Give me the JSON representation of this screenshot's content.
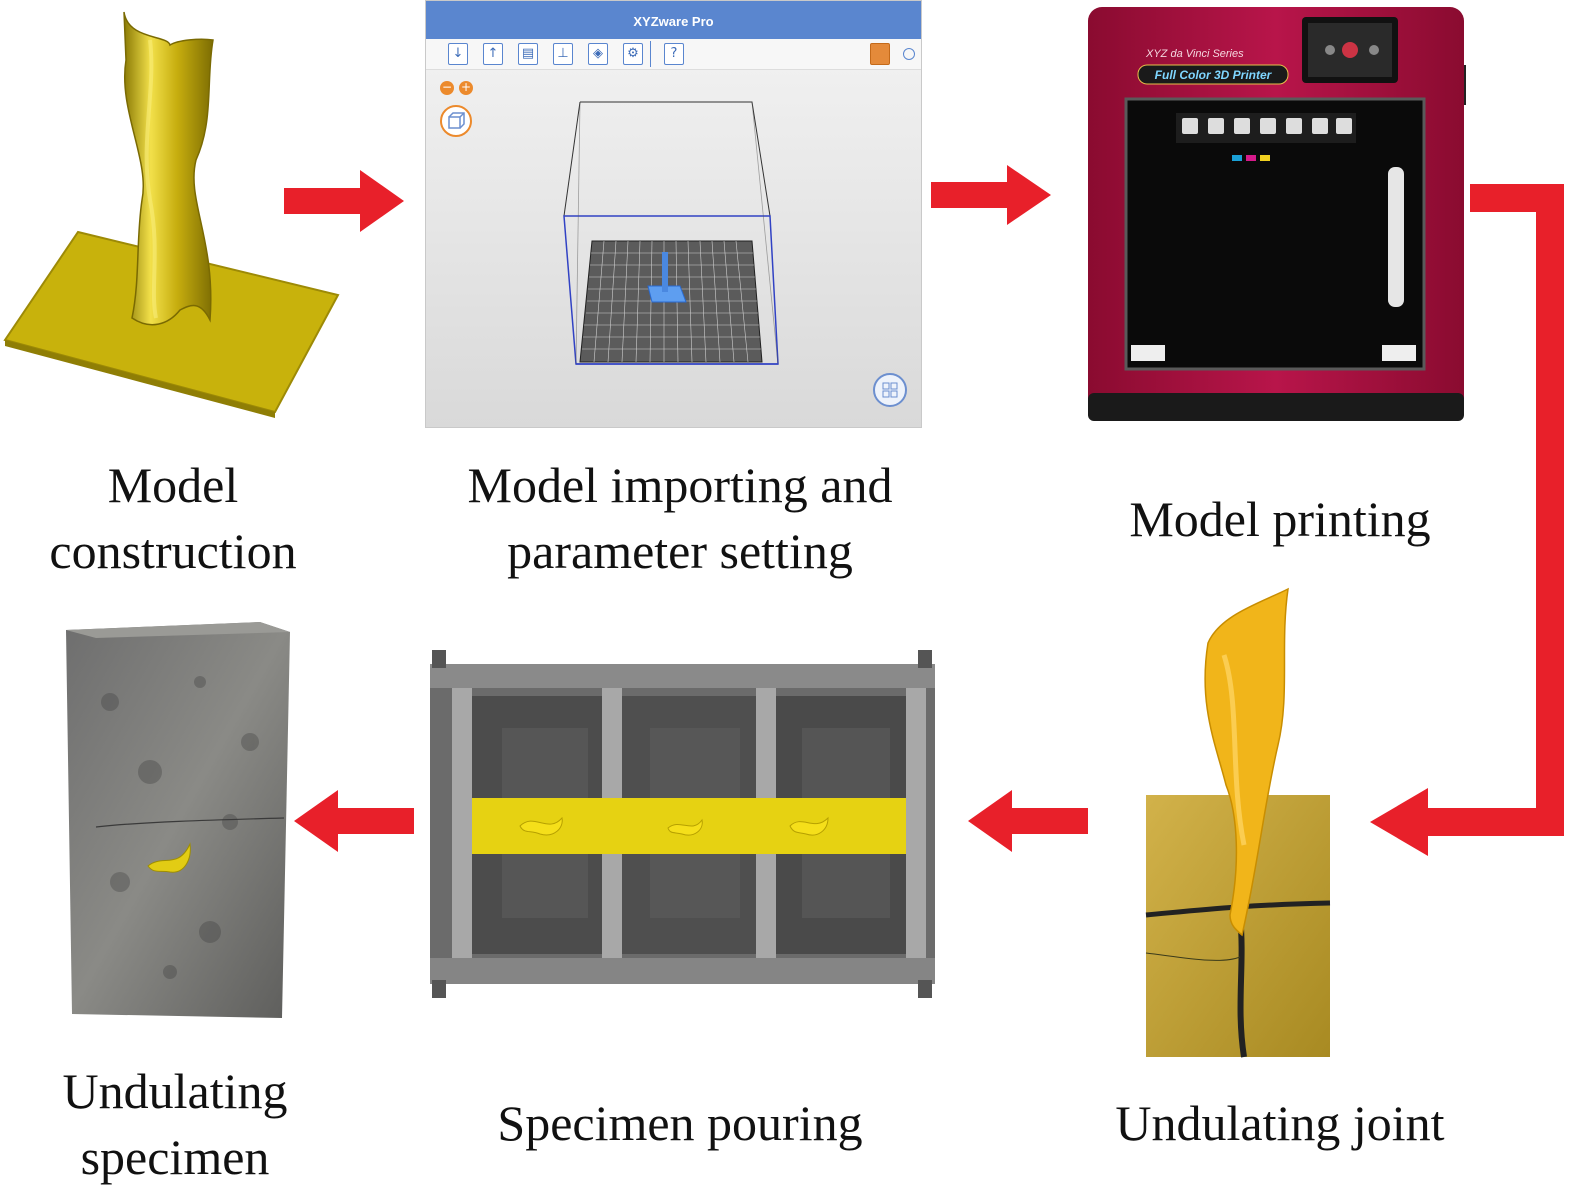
{
  "colors": {
    "arrow": "#e8202a",
    "model_yellow": "#d8bf17",
    "printer_red": "#a3103a",
    "software_blue": "#5a86cf"
  },
  "steps": {
    "model_construction": "Model construction",
    "model_importing": "Model importing and parameter setting",
    "model_printing": "Model printing",
    "undulating_joint": "Undulating joint",
    "specimen_pouring": "Specimen pouring",
    "undulating_specimen": "Undulating specimen"
  },
  "captions": {
    "model_construction": [
      "Model",
      "construction"
    ],
    "model_importing": [
      "Model importing and",
      "parameter setting"
    ],
    "model_printing": [
      "Model printing"
    ],
    "undulating_joint": [
      "Undulating joint"
    ],
    "specimen_pouring": [
      "Specimen pouring"
    ],
    "undulating_specimen": [
      "Undulating",
      "specimen"
    ]
  },
  "software": {
    "window_title": "XYZware Pro",
    "toolbar_icons": [
      "import-icon",
      "export-icon",
      "save-icon",
      "print-icon",
      "cube-view-icon",
      "settings-icon",
      "help-icon"
    ],
    "help_label": "?",
    "zoom_out_label": "−",
    "zoom_in_label": "+"
  },
  "printer": {
    "brand_text": "XYZ da Vinci Series",
    "badge_text": "Full Color 3D Printer"
  },
  "flow": [
    "model_construction",
    "model_importing",
    "model_printing",
    "undulating_joint",
    "specimen_pouring",
    "undulating_specimen"
  ]
}
